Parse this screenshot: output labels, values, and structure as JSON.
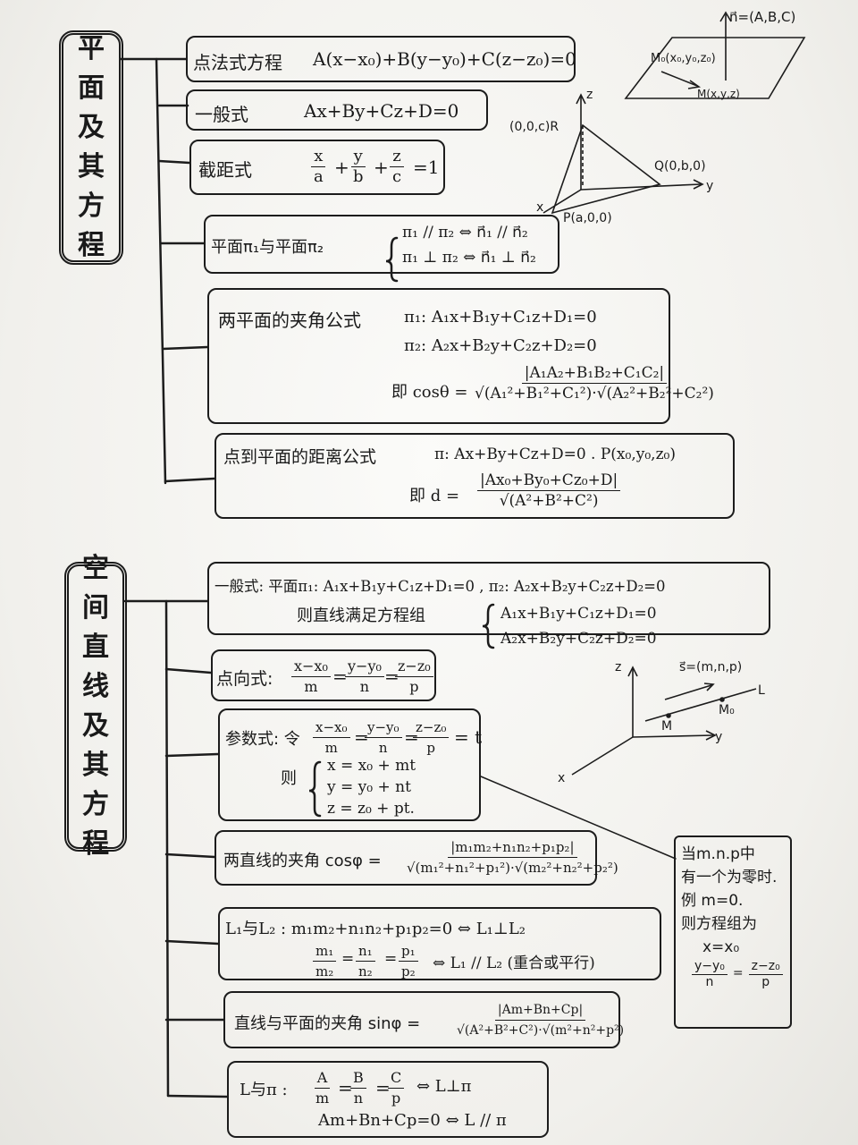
{
  "plane": {
    "title": "平面及其方程",
    "point_normal": {
      "label": "点法式方程",
      "formula": "A(x−x₀)+B(y−y₀)+C(z−z₀)=0"
    },
    "general": {
      "label": "一般式",
      "formula": "Ax+By+Cz+D=0"
    },
    "intercept": {
      "label": "截距式",
      "x_num": "x",
      "x_den": "a",
      "y_num": "y",
      "y_den": "b",
      "z_num": "z",
      "z_den": "c",
      "rhs": "=1"
    },
    "plane_relation": {
      "label": "平面π₁与平面π₂",
      "parallel": "π₁ // π₂ ⇔ n⃗₁ // n⃗₂",
      "perp": "π₁ ⊥ π₂ ⇔ n⃗₁ ⊥ n⃗₂"
    },
    "angle": {
      "label": "两平面的夹角公式",
      "eq1": "π₁: A₁x+B₁y+C₁z+D₁=0",
      "eq2": "π₂: A₂x+B₂y+C₂z+D₂=0",
      "prefix": "即 cosθ =",
      "num": "|A₁A₂+B₁B₂+C₁C₂|",
      "den": "√(A₁²+B₁²+C₁²)·√(A₂²+B₂²+C₂²)"
    },
    "distance": {
      "label": "点到平面的距离公式",
      "given": "π: Ax+By+Cz+D=0 . P(x₀,y₀,z₀)",
      "prefix": "即 d =",
      "num": "|Ax₀+By₀+Cz₀+D|",
      "den": "√(A²+B²+C²)"
    },
    "diagram_normal": {
      "n_label": "n⃗=(A,B,C)",
      "m0": "M₀(x₀,y₀,z₀)",
      "m": "M(x,y,z)"
    },
    "diagram_axes": {
      "z": "z",
      "y": "y",
      "x": "x",
      "R": "(0,0,c)R",
      "Q": "Q(0,b,0)",
      "P": "P(a,0,0)"
    }
  },
  "line": {
    "title": "空间直线及其方程",
    "general": {
      "label": "一般式: 平面π₁: A₁x+B₁y+C₁z+D₁=0 , π₂: A₂x+B₂y+C₂z+D₂=0",
      "label2": "则直线满足方程组",
      "eq1": "A₁x+B₁y+C₁z+D₁=0",
      "eq2": "A₂x+B₂y+C₂z+D₂=0"
    },
    "point_dir": {
      "label": "点向式:",
      "n1": "x−x₀",
      "d1": "m",
      "n2": "y−y₀",
      "d2": "n",
      "n3": "z−z₀",
      "d3": "p"
    },
    "param": {
      "label": "参数式: 令",
      "n1": "x−x₀",
      "d1": "m",
      "n2": "y−y₀",
      "d2": "n",
      "n3": "z−z₀",
      "d3": "p",
      "rhs": "= t",
      "then": "则",
      "x": "x = x₀ + mt",
      "y": "y = y₀ + nt",
      "z": "z = z₀ + pt."
    },
    "angle": {
      "label": "两直线的夹角 cosφ =",
      "num": "|m₁m₂+n₁n₂+p₁p₂|",
      "den": "√(m₁²+n₁²+p₁²)·√(m₂²+n₂²+p₂²)"
    },
    "relation": {
      "perp": "L₁与L₂ :  m₁m₂+n₁n₂+p₁p₂=0 ⇔ L₁⊥L₂",
      "pn1": "m₁",
      "pd1": "m₂",
      "pn2": "n₁",
      "pd2": "n₂",
      "pn3": "p₁",
      "pd3": "p₂",
      "par_tail": "⇔  L₁ // L₂ (重合或平行)"
    },
    "line_plane": {
      "label": "直线与平面的夹角 sinφ =",
      "num": "|Am+Bn+Cp|",
      "den": "√(A²+B²+C²)·√(m²+n²+p²)"
    },
    "lp_relation": {
      "label": "L与π :",
      "n1": "A",
      "d1": "m",
      "n2": "B",
      "d2": "n",
      "n3": "C",
      "d3": "p",
      "perp_tail": "⇔ L⊥π",
      "par": "Am+Bn+Cp=0 ⇔ L // π"
    },
    "diagram": {
      "z": "z",
      "y": "y",
      "x": "x",
      "s": "s⃗=(m,n,p)",
      "L": "L",
      "M": "M",
      "M0": "M₀"
    },
    "note": [
      "当m.n.p中",
      "有一个为零时.",
      "例 m=0.",
      "则方程组为",
      "x=x₀",
      "y−y₀",
      "n",
      "z−z₀",
      "p"
    ]
  }
}
